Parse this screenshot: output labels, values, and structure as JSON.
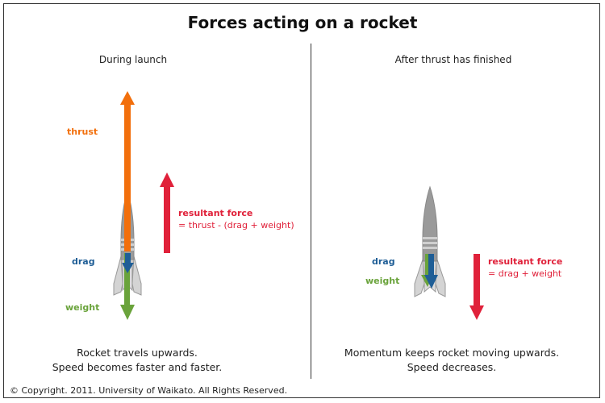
{
  "title": "Forces acting on a rocket",
  "colors": {
    "thrust": "#f26f0c",
    "drag": "#1f5e96",
    "weight": "#6aa33b",
    "resultant": "#e0213a",
    "rocket_body": "#9a9a9a",
    "rocket_fins": "#d4d4d4"
  },
  "panels": [
    {
      "heading": "During launch",
      "labels": {
        "thrust": "thrust",
        "drag": "drag",
        "weight": "weight",
        "resultant": "resultant force",
        "resultant_formula": "= thrust - (drag + weight)"
      },
      "caption_line1": "Rocket travels upwards.",
      "caption_line2": "Speed becomes faster and faster."
    },
    {
      "heading": "After thrust has finished",
      "labels": {
        "drag": "drag",
        "weight": "weight",
        "resultant": "resultant force",
        "resultant_formula": "= drag + weight"
      },
      "caption_line1": "Momentum keeps rocket moving upwards.",
      "caption_line2": "Speed decreases."
    }
  ],
  "copyright": "© Copyright. 2011. University of Waikato. All Rights Reserved."
}
